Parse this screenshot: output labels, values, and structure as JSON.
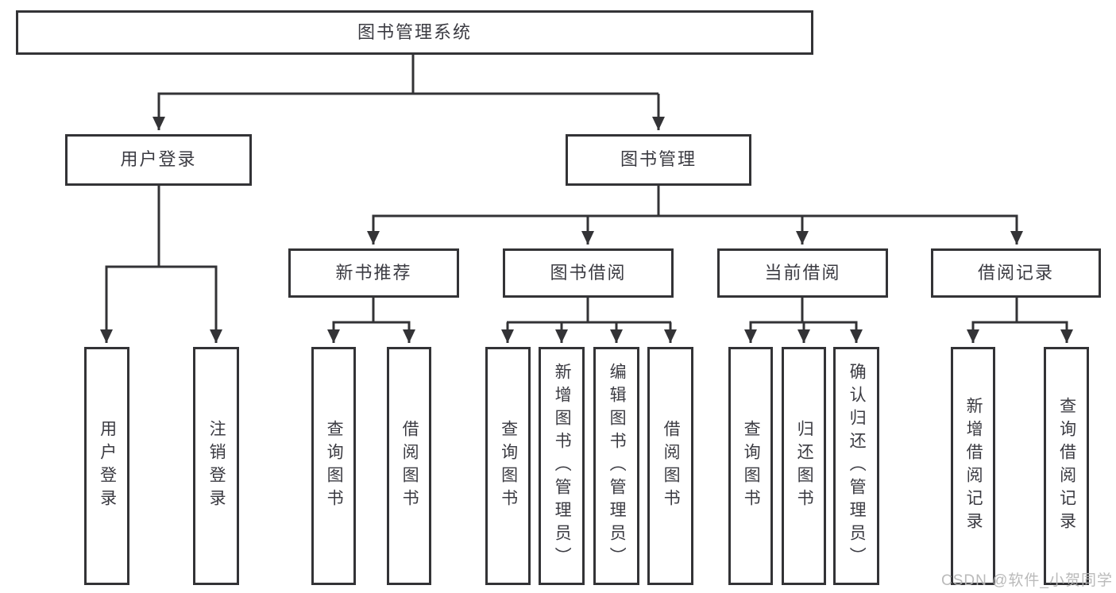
{
  "diagram": {
    "title": "图书管理系统",
    "nodes": {
      "root": "图书管理系统",
      "user_login": "用户登录",
      "book_management": "图书管理",
      "new_book_recommend": "新书推荐",
      "book_borrow": "图书借阅",
      "current_borrow": "当前借阅",
      "borrow_records": "借阅记录",
      "leaf_user_login": "用户登录",
      "leaf_logout": "注销登录",
      "nbr_query_book": "查询图书",
      "nbr_borrow_book": "借阅图书",
      "bb_query_book": "查询图书",
      "bb_add_book": "新增图书（管理员）",
      "bb_edit_book": "编辑图书（管理员）",
      "bb_borrow_book": "借阅图书",
      "cb_query_book": "查询图书",
      "cb_return_book": "归还图书",
      "cb_confirm_return": "确认归还（管理员）",
      "br_add_record": "新增借阅记录",
      "br_query_record": "查询借阅记录"
    },
    "tree": {
      "图书管理系统": {
        "用户登录": [
          "用户登录",
          "注销登录"
        ],
        "图书管理": {
          "新书推荐": [
            "查询图书",
            "借阅图书"
          ],
          "图书借阅": [
            "查询图书",
            "新增图书（管理员）",
            "编辑图书（管理员）",
            "借阅图书"
          ],
          "当前借阅": [
            "查询图书",
            "归还图书",
            "确认归还（管理员）"
          ],
          "借阅记录": [
            "新增借阅记录",
            "查询借阅记录"
          ]
        }
      }
    }
  },
  "watermark": {
    "text": "CSDN @软件_小贺同学"
  },
  "colors": {
    "line": "#333336",
    "text": "#3b3b42",
    "watermark": "#b6b6b6",
    "background": "#ffffff"
  }
}
